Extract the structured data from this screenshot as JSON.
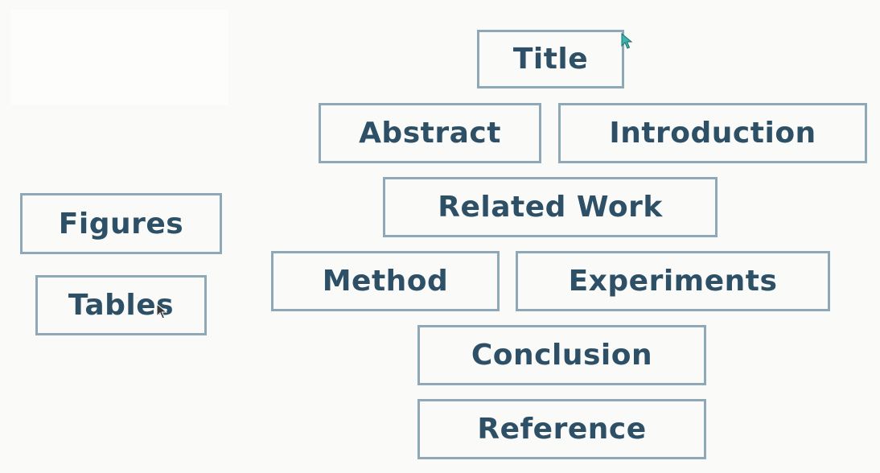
{
  "blocks": {
    "title": "Title",
    "abstract": "Abstract",
    "introduction": "Introduction",
    "related_work": "Related Work",
    "method": "Method",
    "experiments": "Experiments",
    "conclusion": "Conclusion",
    "reference": "Reference",
    "figures": "Figures",
    "tables": "Tables"
  },
  "colors": {
    "background": "#fafaf9",
    "block_border": "#8ea8b8",
    "block_text": "#2e5066",
    "cursor_accent": "#3bb3b1"
  },
  "icons": {
    "cursor_top": "pointer-cursor-icon",
    "cursor_tables": "pointer-cursor-icon"
  }
}
